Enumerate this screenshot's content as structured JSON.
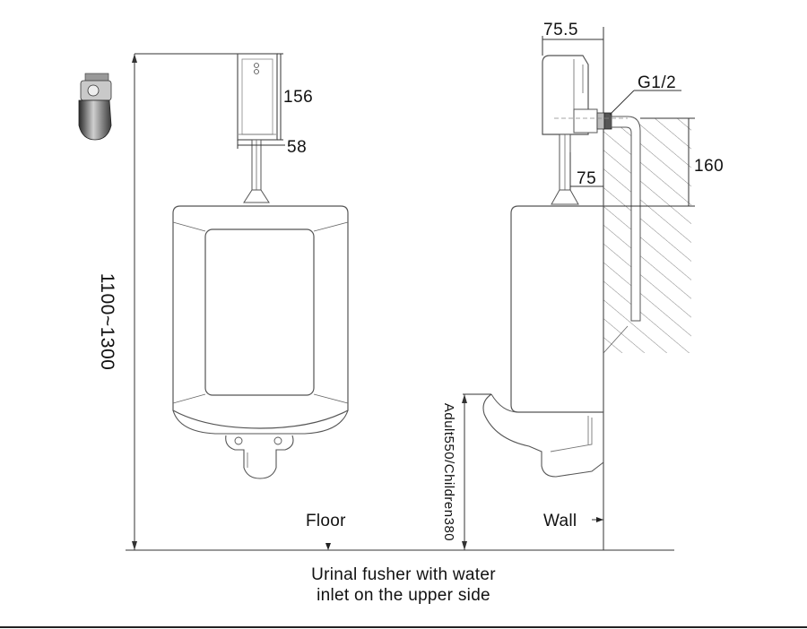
{
  "dimensions": {
    "height_range": "1100~1300",
    "sensor_height": "156",
    "sensor_width": "58",
    "side_depth": "75.5",
    "inlet_thread": "G1/2",
    "inlet_offset": "75",
    "inlet_height": "160",
    "rim_height": "Adult550/Children380"
  },
  "labels": {
    "floor": "Floor",
    "wall": "Wall"
  },
  "caption": {
    "line1": "Urinal fusher with water",
    "line2": "inlet on the upper side"
  }
}
